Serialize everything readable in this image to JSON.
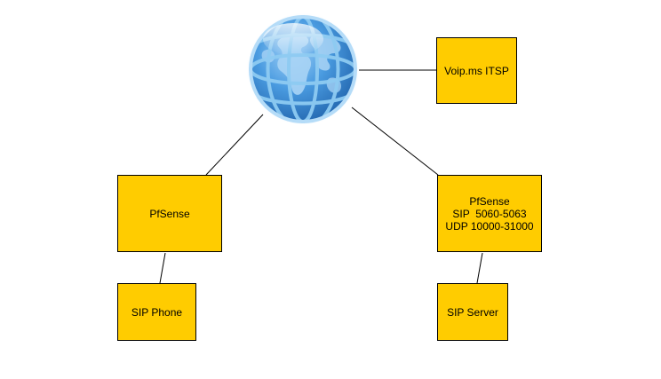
{
  "colors": {
    "node_fill": "#FFCC00",
    "node_border": "#000000",
    "connector": "#000000",
    "globe_ocean": "#3D8FD9",
    "globe_land": "#A9D4F5",
    "globe_grid": "#8ECBF2"
  },
  "icons": {
    "internet": "globe-icon"
  },
  "nodes": {
    "voip": {
      "label": "Voip.ms ITSP"
    },
    "pfsense_left": {
      "label": "PfSense"
    },
    "pfsense_right": {
      "lines": [
        "PfSense",
        "SIP  5060-5063",
        "UDP 10000-31000"
      ]
    },
    "sip_phone": {
      "label": "SIP Phone"
    },
    "sip_server": {
      "label": "SIP Server"
    }
  }
}
